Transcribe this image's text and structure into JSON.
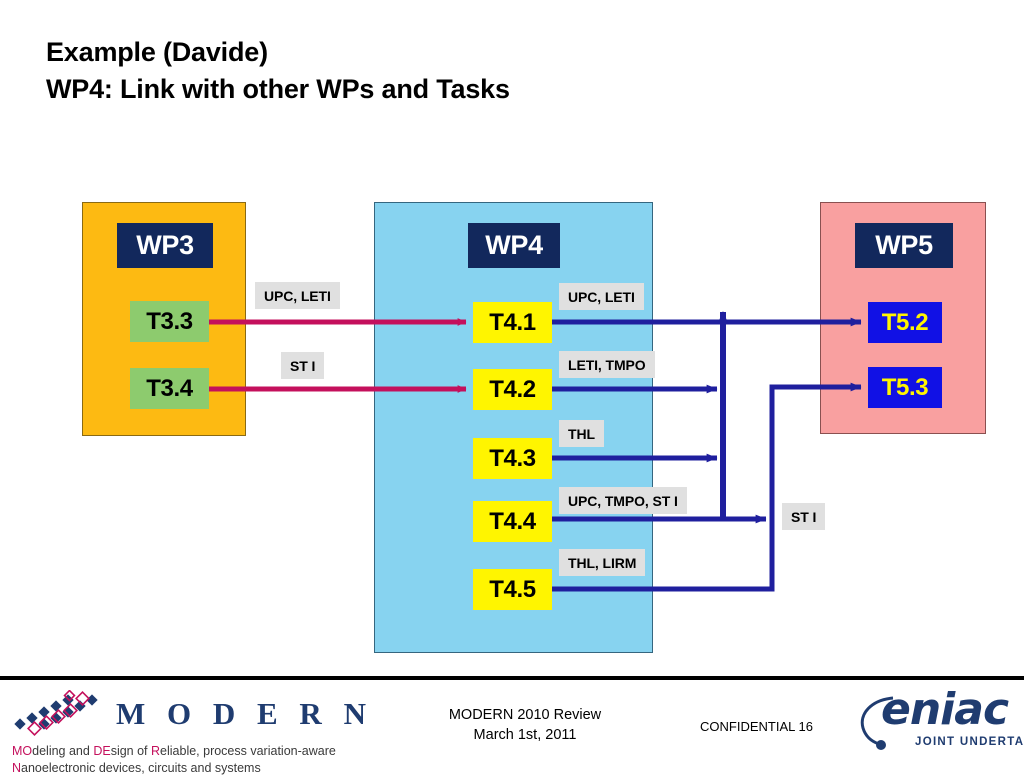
{
  "title": {
    "line1": "Example (Davide)",
    "line2": "WP4: Link with other WPs and Tasks"
  },
  "colors": {
    "wp3_fill": "#FDBA12",
    "wp4_fill": "#87D3F0",
    "wp5_fill": "#F9A0A0",
    "header_fill": "#12285C",
    "task_green": "#8DCB6E",
    "task_yellow": "#FFF500",
    "task_blue": "#1111E5",
    "task_blue_text": "#FFF500",
    "label_chip": "#E0E0E0",
    "arrow_pink": "#C4105C",
    "arrow_navy": "#1F1F9E",
    "brand_navy": "#1F3C70",
    "brand_crimson": "#C4105C"
  },
  "packages": {
    "wp3": {
      "header": "WP3",
      "tasks": [
        {
          "id": "T3.3",
          "label": "T3.3"
        },
        {
          "id": "T3.4",
          "label": "T3.4"
        }
      ]
    },
    "wp4": {
      "header": "WP4",
      "tasks": [
        {
          "id": "T4.1",
          "label": "T4.1"
        },
        {
          "id": "T4.2",
          "label": "T4.2"
        },
        {
          "id": "T4.3",
          "label": "T4.3"
        },
        {
          "id": "T4.4",
          "label": "T4.4"
        },
        {
          "id": "T4.5",
          "label": "T4.5"
        }
      ]
    },
    "wp5": {
      "header": "WP5",
      "tasks": [
        {
          "id": "T5.2",
          "label": "T5.2"
        },
        {
          "id": "T5.3",
          "label": "T5.3"
        }
      ]
    }
  },
  "edges": {
    "incoming": [
      {
        "from": "T3.3",
        "to": "T4.1",
        "label": "UPC, LETI",
        "color": "#C4105C"
      },
      {
        "from": "T3.4",
        "to": "T4.2",
        "label": "ST I",
        "color": "#C4105C"
      }
    ],
    "outgoing": [
      {
        "from": "T4.1",
        "to": "T5.2",
        "label": "UPC, LETI",
        "color": "#1F1F9E"
      },
      {
        "from": "T4.2",
        "to": "T4.1-riser",
        "label": "LETI, TMPO",
        "color": "#1F1F9E"
      },
      {
        "from": "T4.3",
        "to": "T4.1-riser",
        "label": "THL",
        "color": "#1F1F9E"
      },
      {
        "from": "T4.4",
        "to": "riser-2",
        "label": "UPC, TMPO, ST I",
        "color": "#1F1F9E"
      },
      {
        "from": "T4.5",
        "to": "T5.3",
        "label": "THL, LIRM",
        "color": "#1F1F9E"
      }
    ],
    "standalone_labels": [
      {
        "label": "ST I",
        "near": "T4.4 arrowhead"
      }
    ]
  },
  "footer": {
    "logo_wordmark": "M O D E R N",
    "tagline_line1_parts": [
      {
        "text": "MO",
        "highlight": true
      },
      {
        "text": "deling and ",
        "highlight": false
      },
      {
        "text": "DE",
        "highlight": true
      },
      {
        "text": "sign of ",
        "highlight": false
      },
      {
        "text": "R",
        "highlight": true
      },
      {
        "text": "eliable, process variation-aware",
        "highlight": false
      }
    ],
    "tagline_line2_parts": [
      {
        "text": "N",
        "highlight": true
      },
      {
        "text": "anoelectronic devices, circuits and systems",
        "highlight": false
      }
    ],
    "center_line1": "MODERN 2010 Review",
    "center_line2": "March 1st, 2011",
    "confidential": "CONFIDENTIAL 16",
    "eniac_word": "eniac",
    "eniac_sub": "JOINT UNDERTAKING"
  }
}
